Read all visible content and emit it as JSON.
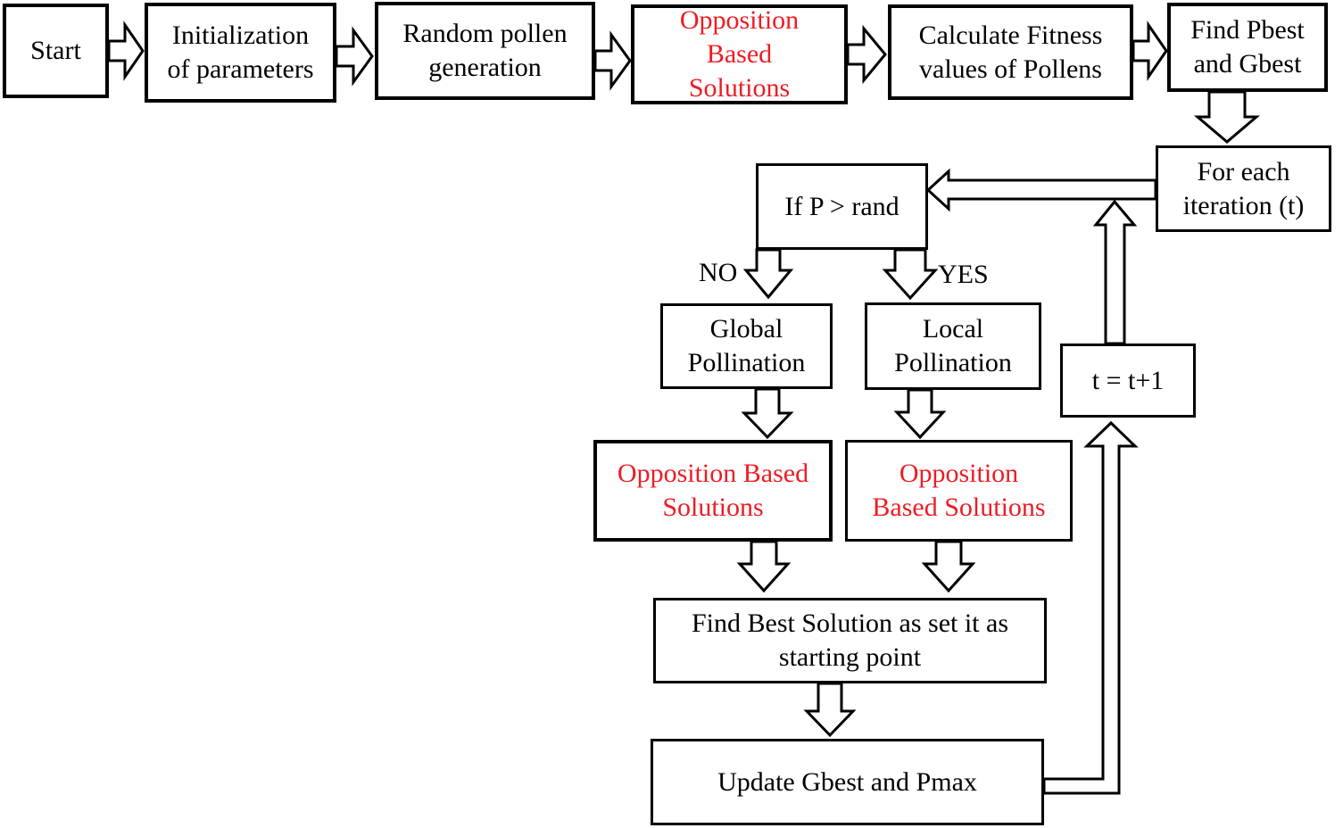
{
  "colors": {
    "highlight": "#ed1c24",
    "line": "#000000",
    "background": "#ffffff"
  },
  "branch_labels": {
    "no": "NO",
    "yes": "YES"
  },
  "nodes": {
    "start": {
      "label": "Start"
    },
    "init": {
      "label": "Initialization of parameters"
    },
    "random_pollen": {
      "label": "Random pollen generation"
    },
    "obs_top": {
      "label": "Opposition Based Solutions",
      "highlighted": true
    },
    "calc_fitness": {
      "label": "Calculate Fitness values of Pollens"
    },
    "find_pbest": {
      "label": "Find Pbest and Gbest"
    },
    "for_each_iteration": {
      "label": "For each iteration (t)"
    },
    "if_p_rand": {
      "label": "If P > rand"
    },
    "global_pollination": {
      "label": "Global Pollination"
    },
    "local_pollination": {
      "label": "Local Pollination"
    },
    "obs_global": {
      "label": "Opposition Based Solutions",
      "highlighted": true
    },
    "obs_local": {
      "label": "Opposition Based Solutions",
      "highlighted": true
    },
    "find_best_solution": {
      "label": "Find Best Solution as set it as starting point"
    },
    "update_gbest": {
      "label": "Update Gbest and Pmax"
    },
    "increment_t": {
      "label": "t = t+1"
    }
  },
  "edges": [
    {
      "from": "start",
      "to": "init"
    },
    {
      "from": "init",
      "to": "random_pollen"
    },
    {
      "from": "random_pollen",
      "to": "obs_top"
    },
    {
      "from": "obs_top",
      "to": "calc_fitness"
    },
    {
      "from": "calc_fitness",
      "to": "find_pbest"
    },
    {
      "from": "find_pbest",
      "to": "for_each_iteration"
    },
    {
      "from": "for_each_iteration",
      "to": "if_p_rand"
    },
    {
      "from": "if_p_rand",
      "to": "global_pollination",
      "label": "NO"
    },
    {
      "from": "if_p_rand",
      "to": "local_pollination",
      "label": "YES"
    },
    {
      "from": "global_pollination",
      "to": "obs_global"
    },
    {
      "from": "local_pollination",
      "to": "obs_local"
    },
    {
      "from": "obs_global",
      "to": "find_best_solution"
    },
    {
      "from": "obs_local",
      "to": "find_best_solution"
    },
    {
      "from": "find_best_solution",
      "to": "update_gbest"
    },
    {
      "from": "update_gbest",
      "to": "increment_t"
    },
    {
      "from": "increment_t",
      "to": "for_each_iteration"
    }
  ]
}
